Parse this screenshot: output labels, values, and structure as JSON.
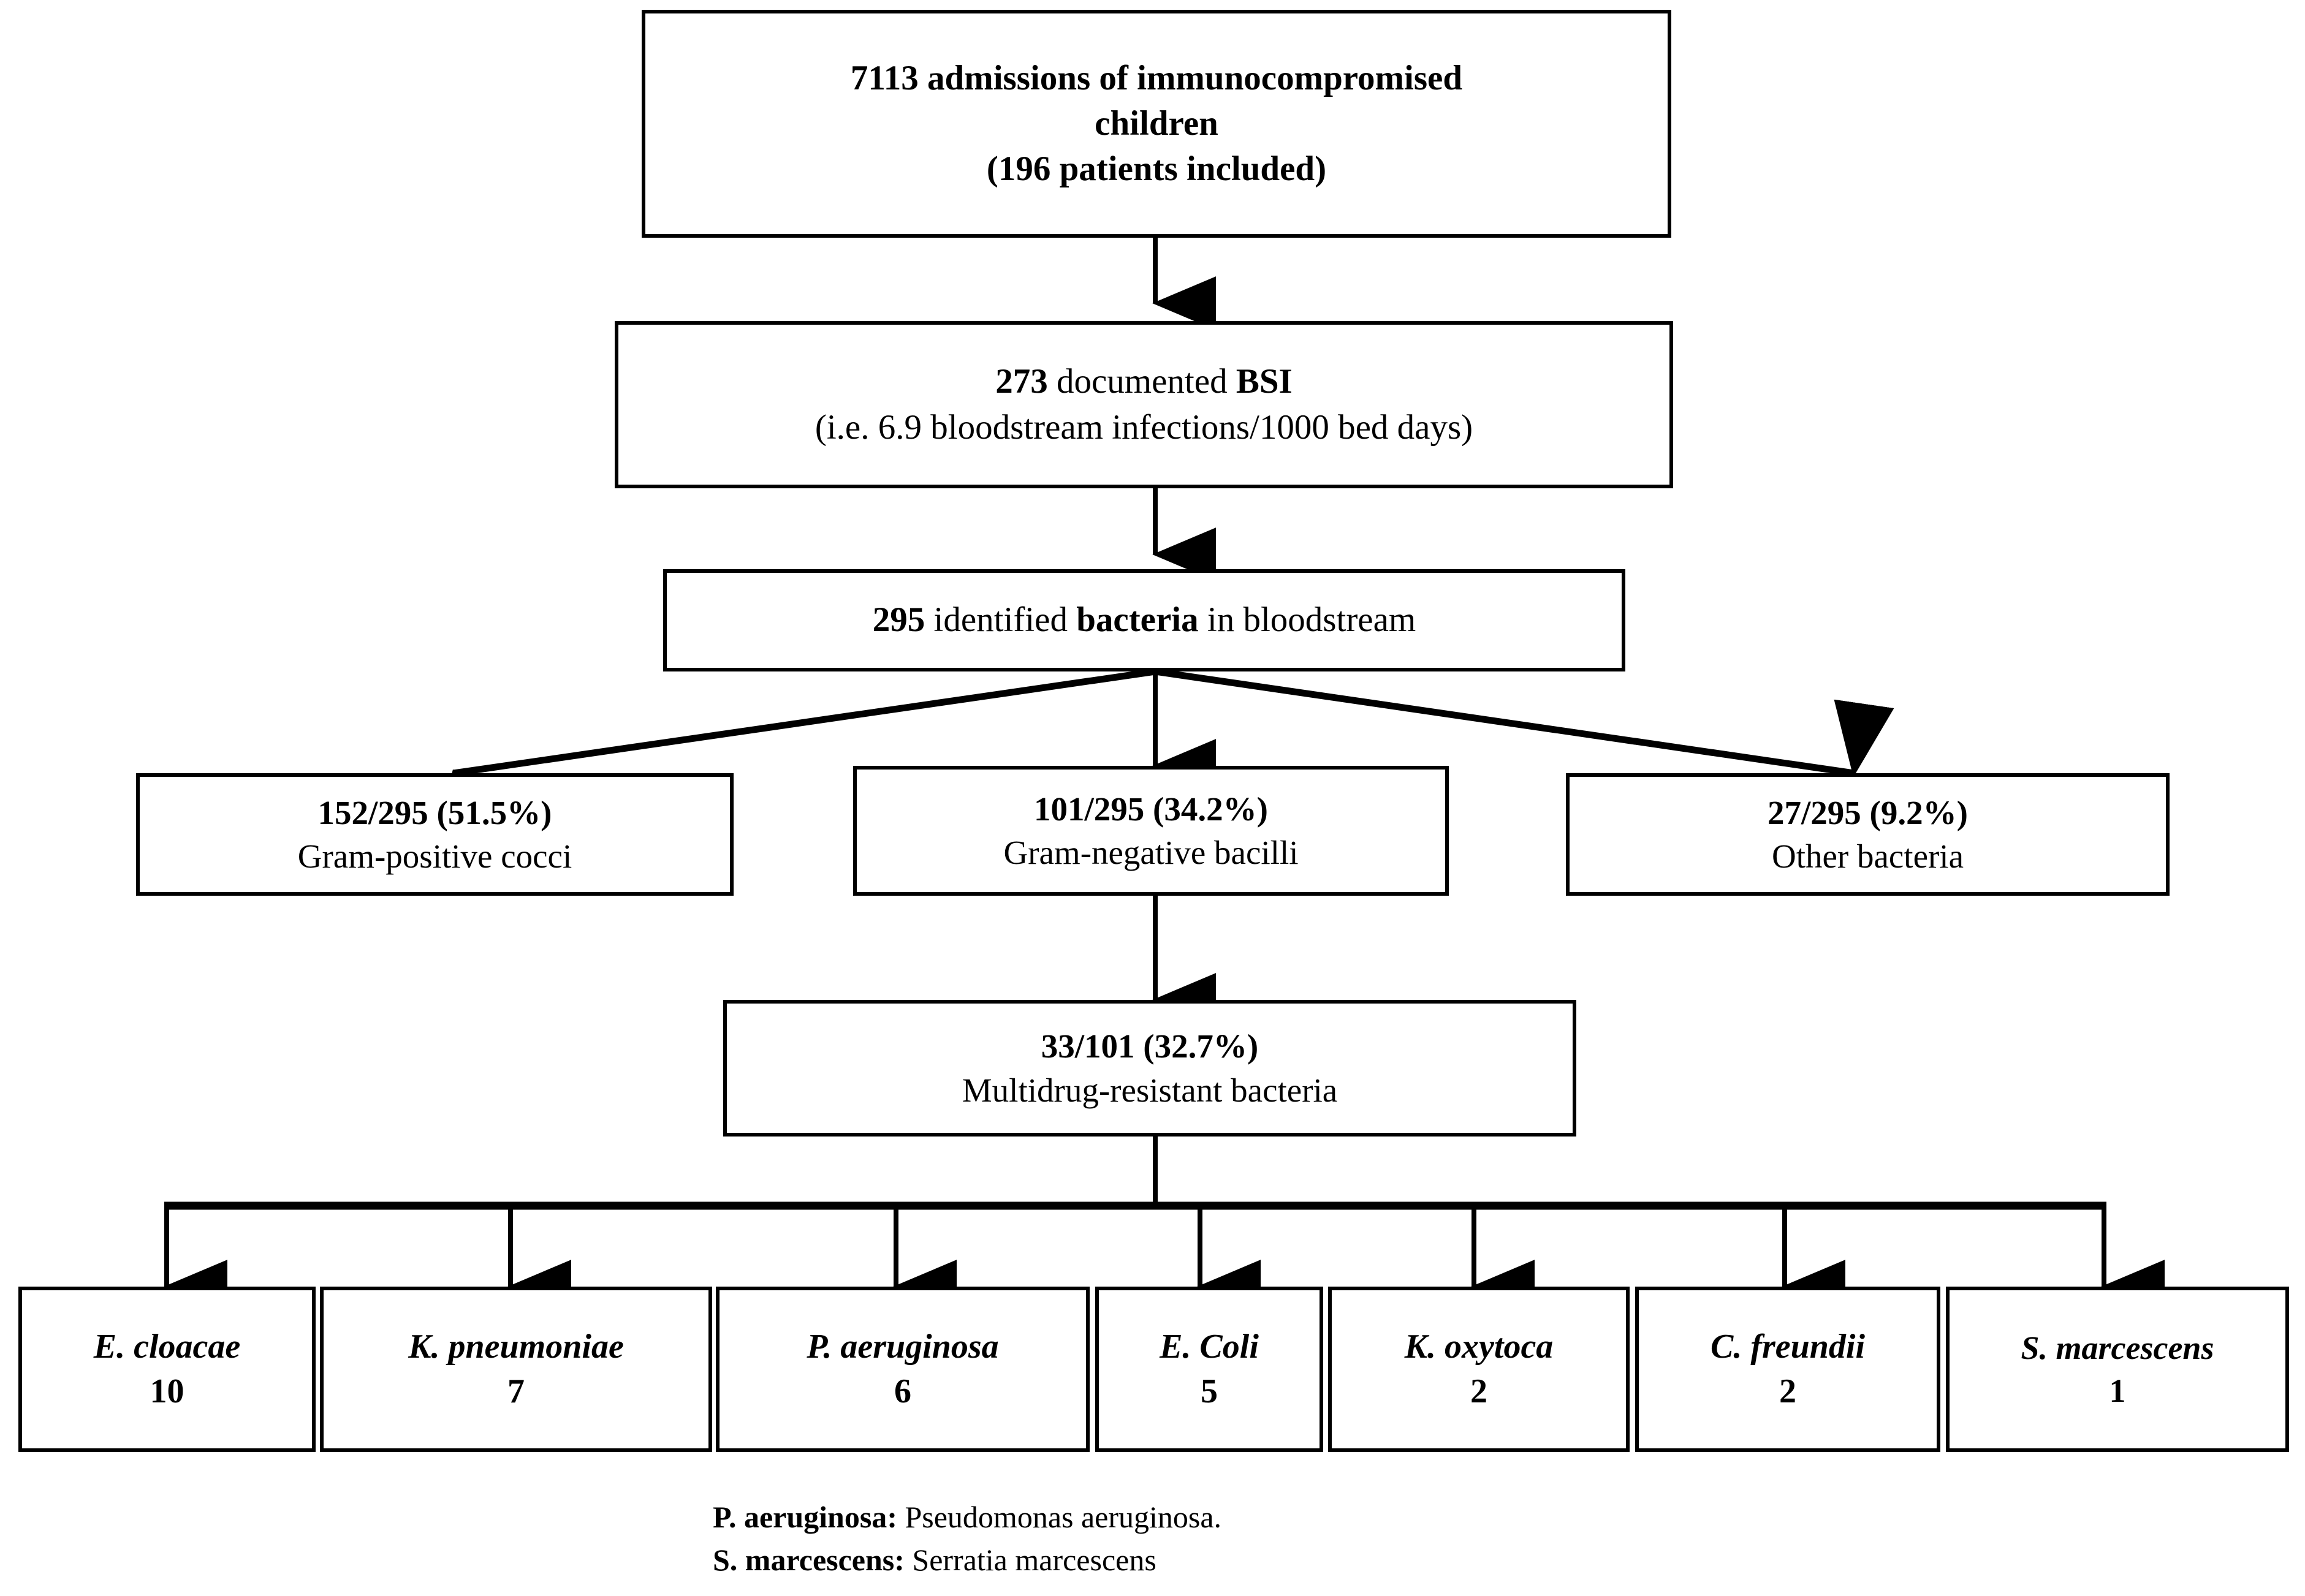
{
  "diagram": {
    "title": "Bloodstream infection flowchart in immunocompromised children",
    "line_color": "#000000",
    "box_fill": "#ffffff",
    "nodes": {
      "admissions": {
        "line1_bold": "7113 admissions of immunocompromised",
        "line2_bold": "children",
        "line3_bold": "(196 patients included)"
      },
      "bsi": {
        "l1_a": "273",
        "l1_b": " documented ",
        "l1_c": "BSI",
        "l2": "(i.e. 6.9 bloodstream infections/1000 bed days)"
      },
      "bacteria": {
        "l1_a": "295",
        "l1_b": " identified ",
        "l1_c": "bacteria",
        "l1_d": " in bloodstream"
      },
      "gram_positive": {
        "count": "152/295 (51.5%)",
        "label": "Gram-positive cocci"
      },
      "gram_negative": {
        "count": "101/295 (34.2%)",
        "label": "Gram-negative bacilli"
      },
      "other_bacteria": {
        "count": "27/295 (9.2%)",
        "label": "Other bacteria"
      },
      "mdr": {
        "count": "33/101 (32.7%)",
        "label": "Multidrug-resistant bacteria"
      }
    },
    "species": [
      {
        "name": "E. cloacae",
        "count": "10"
      },
      {
        "name": "K. pneumoniae",
        "count": "7"
      },
      {
        "name": "P. aeruginosa",
        "count": "6"
      },
      {
        "name": "E. Coli",
        "count": "5"
      },
      {
        "name": "K. oxytoca",
        "count": "2"
      },
      {
        "name": "C. freundii",
        "count": "2"
      },
      {
        "name": "S. marcescens",
        "count": "1"
      }
    ],
    "footnotes": [
      {
        "abbr": "P. aeruginosa",
        "sep": ": ",
        "full": "Pseudomonas aeruginosa."
      },
      {
        "abbr": "S. marcescens",
        "sep": ": ",
        "full": "Serratia marcescens"
      }
    ]
  }
}
